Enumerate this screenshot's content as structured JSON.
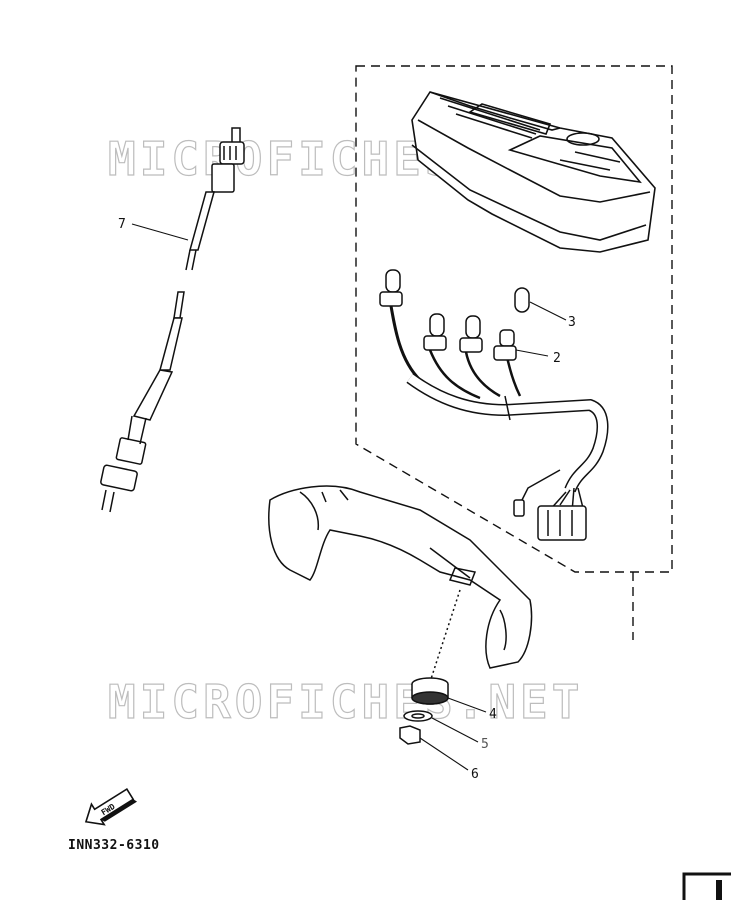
{
  "diagram": {
    "watermark_text": "MICROFICHES.NET",
    "callouts": [
      {
        "id": "part-7",
        "number": "7"
      },
      {
        "id": "part-3",
        "number": "3"
      },
      {
        "id": "part-2",
        "number": "2"
      },
      {
        "id": "part-4",
        "number": "4"
      },
      {
        "id": "part-5",
        "number": "5"
      },
      {
        "id": "part-6",
        "number": "6"
      }
    ],
    "fwd_label": "FWD",
    "drawing_code": "INN332-6310"
  },
  "colors": {
    "line": "#111111",
    "watermark": "#bdbdbd",
    "background": "#ffffff"
  }
}
